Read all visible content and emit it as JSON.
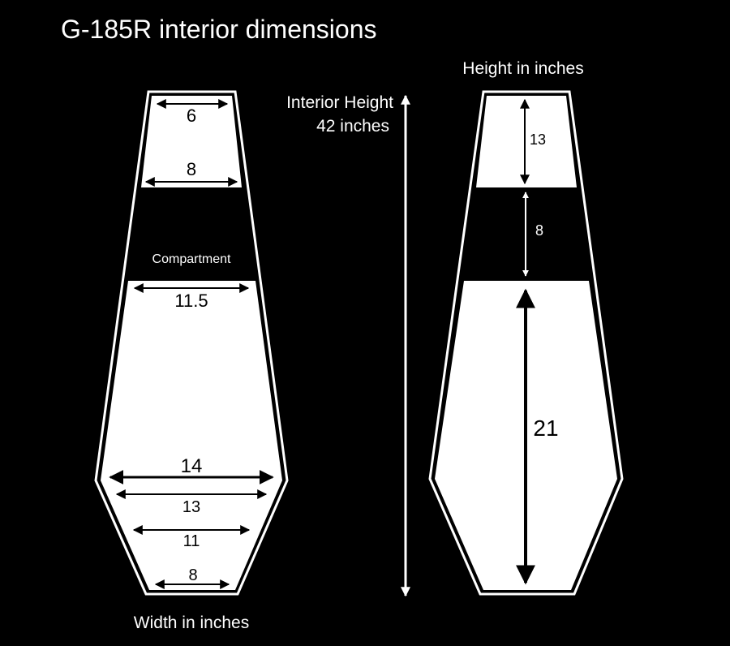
{
  "title": "G-185R  interior dimensions",
  "colors": {
    "background": "#000000",
    "fill": "#ffffff",
    "ink": "#000000"
  },
  "left_diagram": {
    "caption": "Width in inches",
    "compartment_label": "Compartment",
    "widths": {
      "top": "6",
      "upper": "8",
      "shoulder": "11.5",
      "widest": "14",
      "lower1": "13",
      "lower2": "11",
      "bottom": "8"
    }
  },
  "center": {
    "height_label_line1": "Interior Height",
    "height_label_line2": "42 inches"
  },
  "right_diagram": {
    "caption": "Height in inches",
    "heights": {
      "top": "13",
      "middle": "8",
      "bottom": "21"
    }
  }
}
